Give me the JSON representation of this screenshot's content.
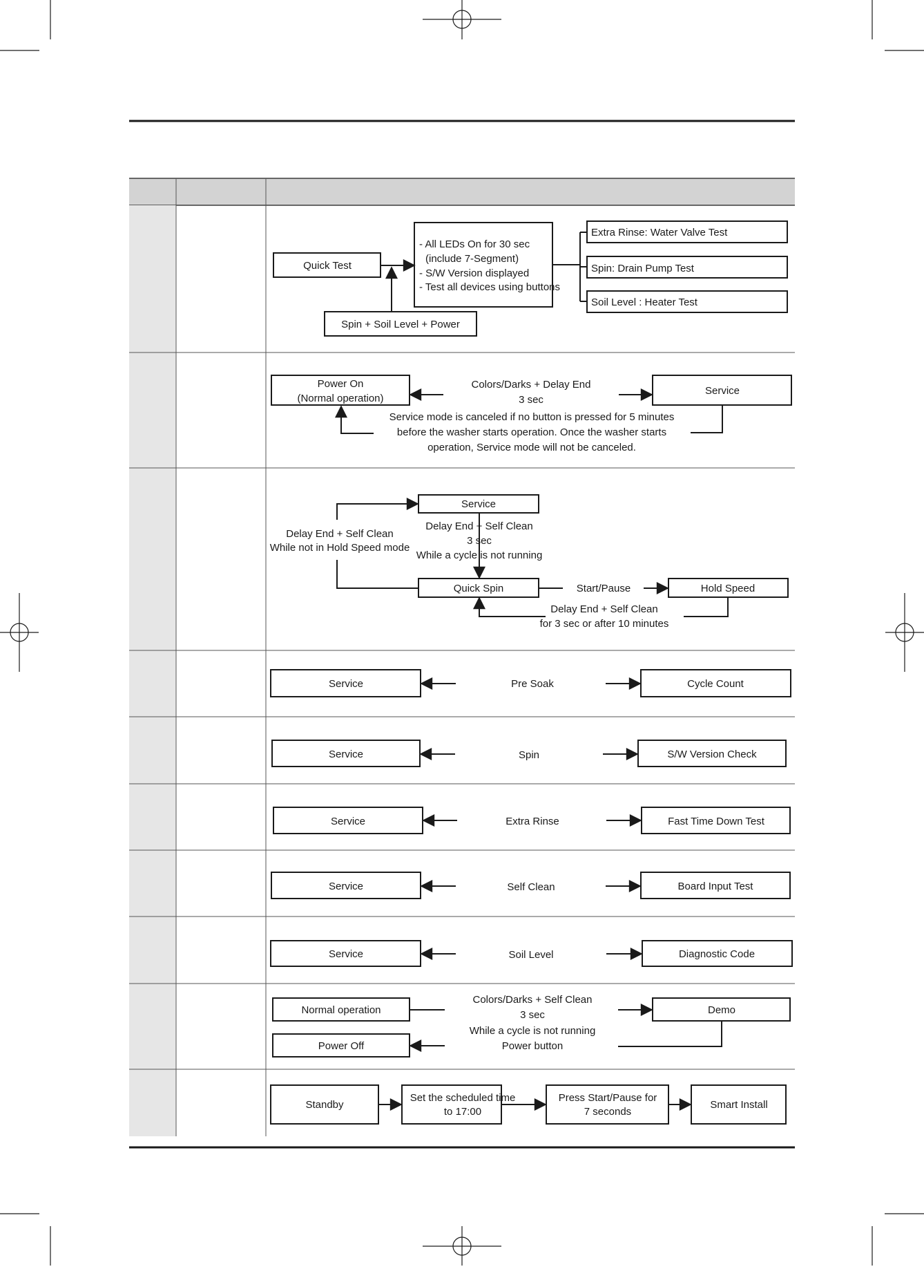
{
  "document": {
    "rows": [
      {
        "id": "quick-test",
        "boxes": {
          "quick_test": "Quick Test",
          "led_lines": [
            "- All LEDs On for 30 sec",
            "(include 7-Segment)",
            "- S/W Version displayed",
            "- Test all devices using buttons"
          ],
          "water_valve": "Extra Rinse: Water Valve Test",
          "drain_pump": "Spin: Drain Pump Test",
          "heater": "Soil Level : Heater Test",
          "key_combo": "Spin + Soil Level + Power"
        }
      },
      {
        "id": "service-mode",
        "boxes": {
          "power_on_lines": [
            "Power On",
            "(Normal operation)"
          ],
          "key_lines": [
            "Colors/Darks + Delay End",
            "3 sec"
          ],
          "service": "Service",
          "note_lines": [
            "Service mode is canceled if no button is pressed for 5 minutes",
            "before the washer starts operation. Once the washer starts",
            "operation, Service mode will not be canceled."
          ]
        }
      },
      {
        "id": "quick-spin",
        "boxes": {
          "service": "Service",
          "left_lines": [
            "Delay End + Self Clean",
            "While not in Hold Speed mode"
          ],
          "center_lines": [
            "Delay End + Self Clean",
            "3 sec",
            "While a cycle is not running"
          ],
          "quick_spin": "Quick Spin",
          "start_pause": "Start/Pause",
          "hold_speed": "Hold Speed",
          "bottom_lines": [
            "Delay End + Self Clean",
            "for 3 sec or after 10 minutes"
          ]
        }
      },
      {
        "id": "cycle-count",
        "left": "Service",
        "key": "Pre Soak",
        "right": "Cycle Count"
      },
      {
        "id": "sw-version",
        "left": "Service",
        "key": "Spin",
        "right": "S/W Version Check"
      },
      {
        "id": "fast-time",
        "left": "Service",
        "key": "Extra Rinse",
        "right": "Fast Time Down Test"
      },
      {
        "id": "board-input",
        "left": "Service",
        "key": "Self Clean",
        "right": "Board Input Test"
      },
      {
        "id": "diagnostic",
        "left": "Service",
        "key": "Soil Level",
        "right": "Diagnostic Code"
      },
      {
        "id": "demo",
        "boxes": {
          "normal": "Normal operation",
          "power_off": "Power Off",
          "key_lines": [
            "Colors/Darks + Self Clean",
            "3 sec",
            "While a cycle is not running",
            "Power button"
          ],
          "demo": "Demo"
        }
      },
      {
        "id": "smart-install",
        "boxes": {
          "standby": "Standby",
          "schedule_lines": [
            "Set the scheduled time",
            "to 17:00"
          ],
          "press_lines": [
            "Press Start/Pause for",
            "7 seconds"
          ],
          "smart_install": "Smart Install"
        }
      }
    ]
  }
}
